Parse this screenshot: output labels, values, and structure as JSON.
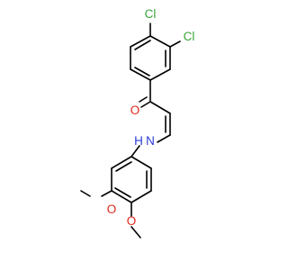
{
  "molecule": {
    "atoms": [
      {
        "id": "cl1",
        "label": "Cl",
        "color": "#3aa636"
      },
      {
        "id": "cl2",
        "label": "Cl",
        "color": "#3aa636"
      },
      {
        "id": "o_keto",
        "label": "O",
        "color": "#e0261b"
      },
      {
        "id": "nh",
        "label": "N",
        "sublabel": "H",
        "color": "#2a3bd6"
      },
      {
        "id": "o_meo1",
        "label": "O",
        "color": "#e0261b"
      },
      {
        "id": "o_meo2",
        "label": "O",
        "color": "#e0261b"
      }
    ],
    "bond_color": "#000000"
  }
}
